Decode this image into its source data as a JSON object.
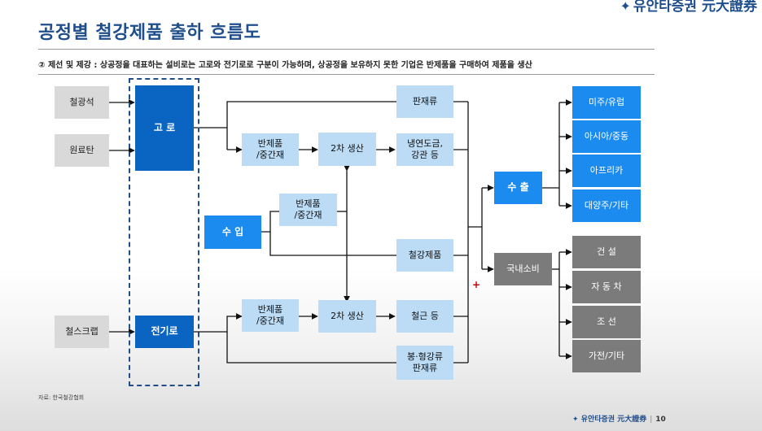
{
  "header": {
    "title": "공정별 철강제품 출하 흐름도",
    "brand": "유안타증권 元大證券",
    "subtitle": "② 제선 및 제강 : 상공정을 대표하는 설비로는 고로와 전기로로 구분이 가능하며, 상공정을 보유하지 못한 기업은 반제품을 구매하여 제품을 생산"
  },
  "inputs": {
    "iron_ore": "철광석",
    "coking_coal": "원료탄",
    "scrap": "철스크랩"
  },
  "furnaces": {
    "blast": "고 로",
    "electric": "전기로"
  },
  "import": "수 입",
  "semi": {
    "upper": "반제품\n/중간재",
    "middle": "반제품\n/중간재",
    "lower": "반제품\n/중간재"
  },
  "secondary": {
    "upper": "2차 생산",
    "lower": "2차 생산"
  },
  "products": {
    "plate": "판재류",
    "coated": "냉연도금,\n강관 등",
    "steel": "철강제품",
    "rebar": "철근 등",
    "section": "봉·형강류\n판재류"
  },
  "channels": {
    "export": "수 출",
    "domestic": "국내소비"
  },
  "export_regions": [
    "미주/유럽",
    "아시아/중동",
    "아프리카",
    "대양주/기타"
  ],
  "domestic_uses": [
    "건 설",
    "자 동 차",
    "조 선",
    "가전/기타"
  ],
  "plus_sign": "+",
  "footer": {
    "source": "자료: 한국철강협회",
    "brand": "유안타증권 元大證券",
    "page": "10"
  }
}
